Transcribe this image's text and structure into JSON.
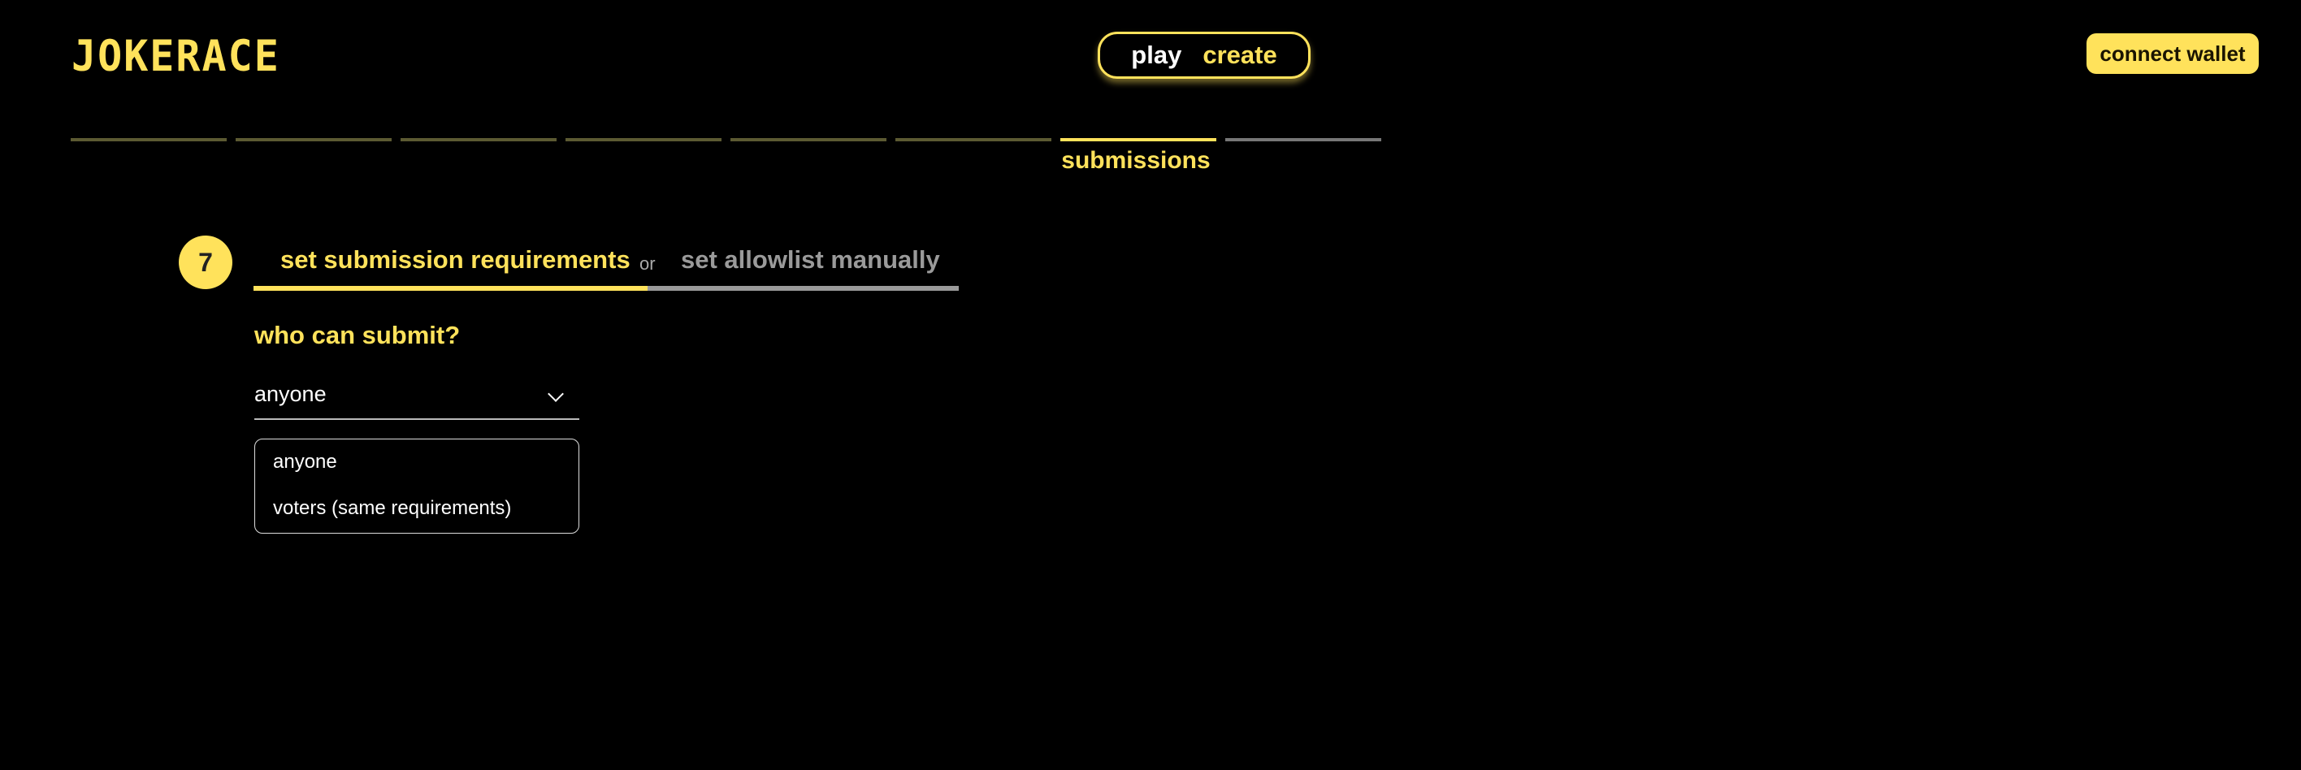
{
  "header": {
    "logo": "JOKERACE",
    "nav": {
      "play": "play",
      "create": "create"
    },
    "connect_wallet": "connect wallet"
  },
  "progress": {
    "total_steps": 8,
    "current_step": 7,
    "current_label": "submissions"
  },
  "step": {
    "number": "7",
    "tabs": {
      "active": "set submission requirements",
      "separator": "or",
      "inactive": "set allowlist manually"
    },
    "question": "who can submit?",
    "select": {
      "value": "anyone",
      "options": [
        "anyone",
        "voters (same requirements)"
      ]
    }
  },
  "colors": {
    "accent": "#FFE25B",
    "background": "#000000"
  }
}
